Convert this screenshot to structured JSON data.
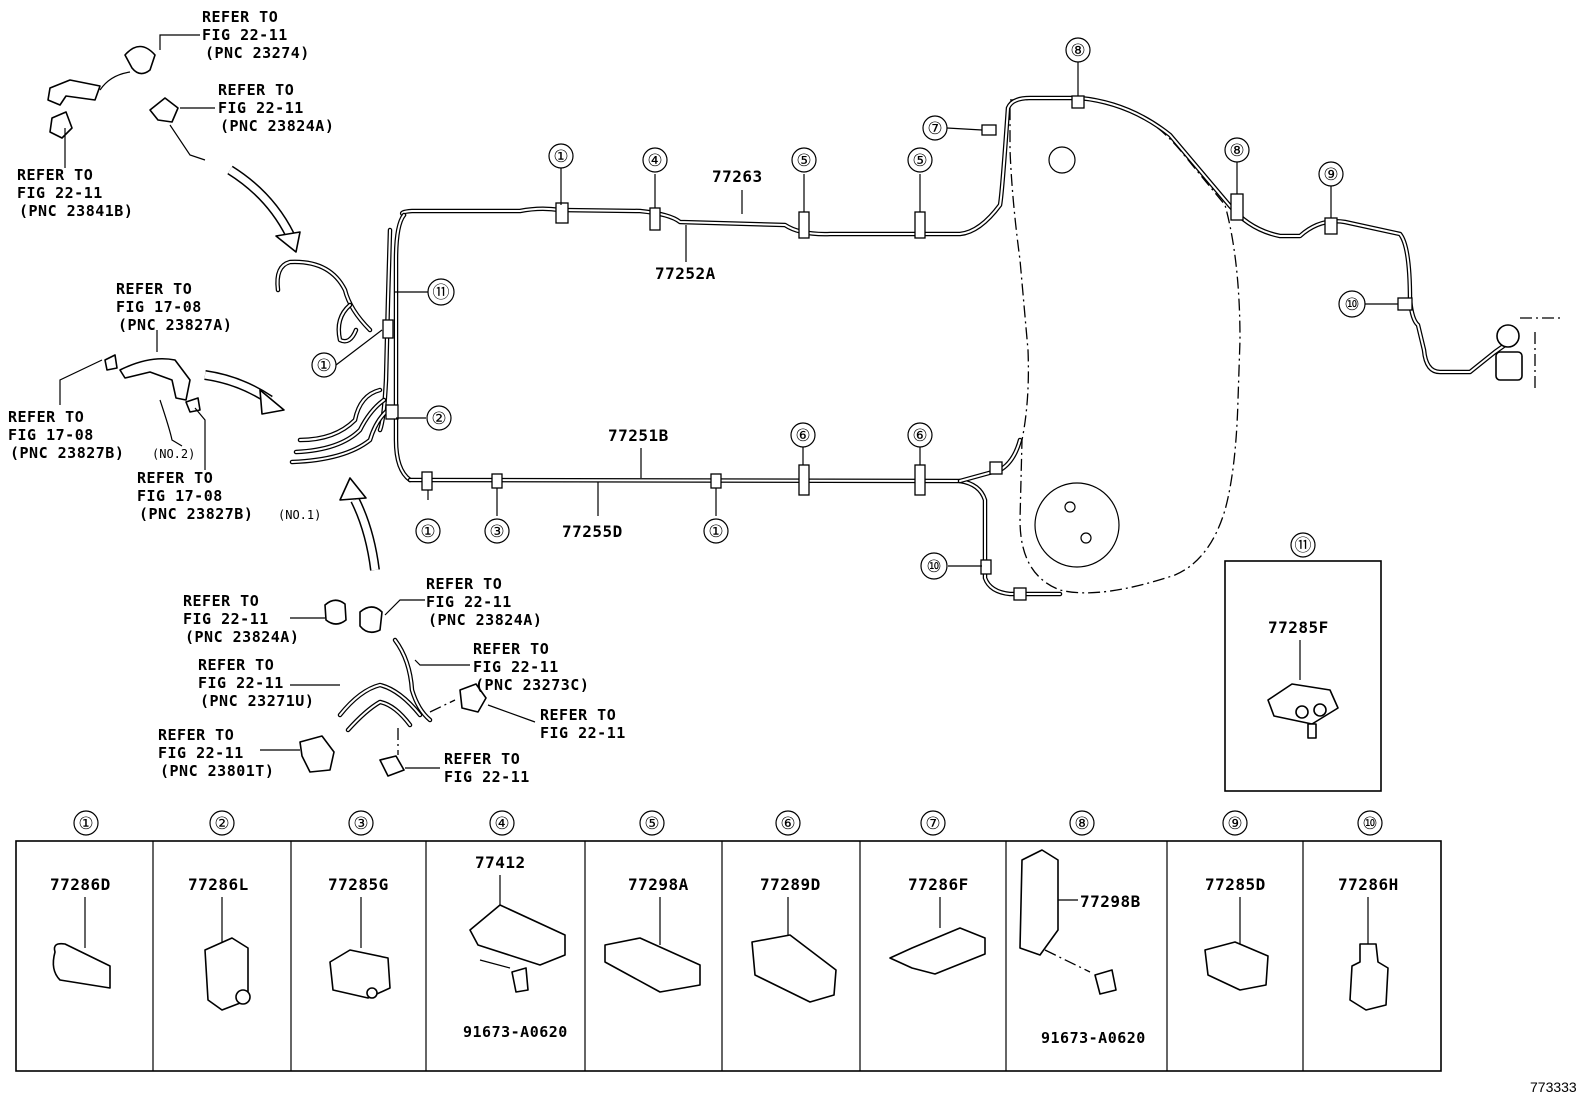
{
  "diagram_id": "773333",
  "main_part_labels": {
    "p77263": "77263",
    "p77252A": "77252A",
    "p77251B": "77251B",
    "p77255D": "77255D"
  },
  "callouts": {
    "n1": "①",
    "n2": "②",
    "n3": "③",
    "n4": "④",
    "n5": "⑤",
    "n6": "⑥",
    "n7": "⑦",
    "n8": "⑧",
    "n9": "⑨",
    "n10": "⑩",
    "n11": "⑪"
  },
  "refer": {
    "r1": {
      "a": "REFER TO",
      "b": "FIG 22-11",
      "c": "(PNC 23274)"
    },
    "r2": {
      "a": "REFER TO",
      "b": "FIG 22-11",
      "c": "(PNC 23824A)"
    },
    "r3": {
      "a": "REFER TO",
      "b": "FIG 22-11",
      "c": "(PNC 23841B)"
    },
    "r4": {
      "a": "REFER TO",
      "b": "FIG 17-08",
      "c": "(PNC 23827A)"
    },
    "r5": {
      "a": "REFER TO",
      "b": "FIG 17-08",
      "c": "(PNC 23827B)",
      "d": "(NO.2)"
    },
    "r6": {
      "a": "REFER TO",
      "b": "FIG 17-08",
      "c": "(PNC 23827B)",
      "d": "(NO.1)"
    },
    "r7": {
      "a": "REFER TO",
      "b": "FIG 22-11",
      "c": "(PNC 23824A)"
    },
    "r8": {
      "a": "REFER TO",
      "b": "FIG 22-11",
      "c": "(PNC 23824A)"
    },
    "r9": {
      "a": "REFER TO",
      "b": "FIG 22-11",
      "c": "(PNC 23273C)"
    },
    "r10": {
      "a": "REFER TO",
      "b": "FIG 22-11",
      "c": "(PNC 23271U)"
    },
    "r11": {
      "a": "REFER TO",
      "b": "FIG 22-11"
    },
    "r12": {
      "a": "REFER TO",
      "b": "FIG 22-11",
      "c": "(PNC 23801T)"
    },
    "r13": {
      "a": "REFER TO",
      "b": "FIG 22-11"
    }
  },
  "detail_boxes": [
    {
      "num": "①",
      "part": "77286D"
    },
    {
      "num": "②",
      "part": "77286L"
    },
    {
      "num": "③",
      "part": "77285G"
    },
    {
      "num": "④",
      "part": "77412",
      "bolt": "91673-A0620"
    },
    {
      "num": "⑤",
      "part": "77298A"
    },
    {
      "num": "⑥",
      "part": "77289D"
    },
    {
      "num": "⑦",
      "part": "77286F"
    },
    {
      "num": "⑧",
      "part": "77298B",
      "bolt": "91673-A0620"
    },
    {
      "num": "⑨",
      "part": "77285D"
    },
    {
      "num": "⑩",
      "part": "77286H"
    }
  ],
  "box11": {
    "num": "⑪",
    "part": "77285F"
  }
}
